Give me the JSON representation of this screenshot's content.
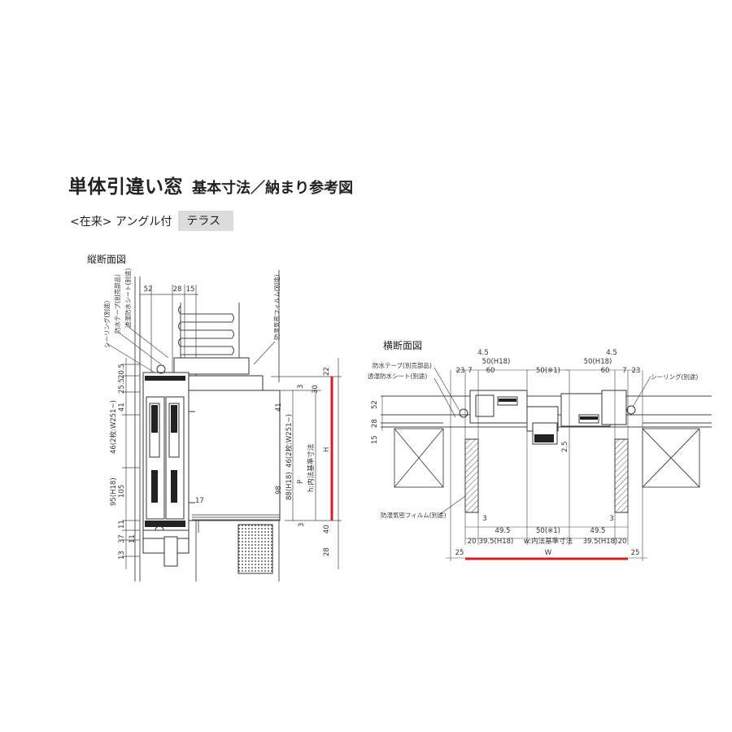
{
  "header": {
    "title": "単体引違い窓",
    "subtitle": "基本寸法／納まり参考図",
    "installation": "<在来> アングル付",
    "tag": "テラス"
  },
  "vertical_section": {
    "title": "縦断面図",
    "callouts": {
      "sealing": "シーリング(別途)",
      "waterproof_tape": "防水テープ(別売部品)",
      "moisture_sheet": "透湿防水シート(別途)",
      "vapor_film": "防湿気密フィルム(別途)"
    },
    "dims": {
      "d52": "52",
      "d28": "28",
      "d15": "15",
      "d22": "22",
      "d30": "30",
      "d3a": "3",
      "d41": "41",
      "d46": "46(2枚:W251~)",
      "d98": "98",
      "d88": "88(H18)",
      "dhstd": "h:内法基準寸法",
      "dP": "P",
      "dH": "H",
      "d3b": "3",
      "d40": "40",
      "d28b": "28",
      "d17": "17",
      "l205": "20.5",
      "l255": "25.5",
      "l41": "41",
      "l46": "46(2枚:W251~)",
      "l95": "95(H18)",
      "l105": "105",
      "l11": "11",
      "l37": "37",
      "l11b": "11",
      "l13": "13"
    }
  },
  "horizontal_section": {
    "title": "横断面図",
    "callouts": {
      "waterproof_tape": "防水テープ(別売部品)",
      "moisture_sheet": "透湿防水シート(別途)",
      "vapor_film": "防湿気密フィルム(別途)",
      "sealing": "シーリング(別途)"
    },
    "dims": {
      "t45a": "4.5",
      "t50h18a": "50(H18)",
      "t23a": "23",
      "t7a": "7",
      "t60a": "60",
      "t50c": "50(※1)",
      "t45b": "4.5",
      "t50h18b": "50(H18)",
      "t60b": "60",
      "t7b": "7",
      "t23b": "23",
      "l52": "52",
      "l15": "15",
      "l28": "28",
      "m25": "2.5",
      "b3a": "3",
      "b495a": "49.5",
      "b20a": "20",
      "b395a": "39.5(H18)",
      "b50c": "50(※1)",
      "bw": "w:内法基準寸法",
      "b3b": "3",
      "b495b": "49.5",
      "b395b": "39.5(H18)",
      "b20b": "20",
      "o25a": "25",
      "oW": "W",
      "o25b": "25"
    }
  },
  "colors": {
    "highlight": "#d41d24",
    "line": "#333333",
    "frame": "#555555",
    "text": "#222222"
  }
}
